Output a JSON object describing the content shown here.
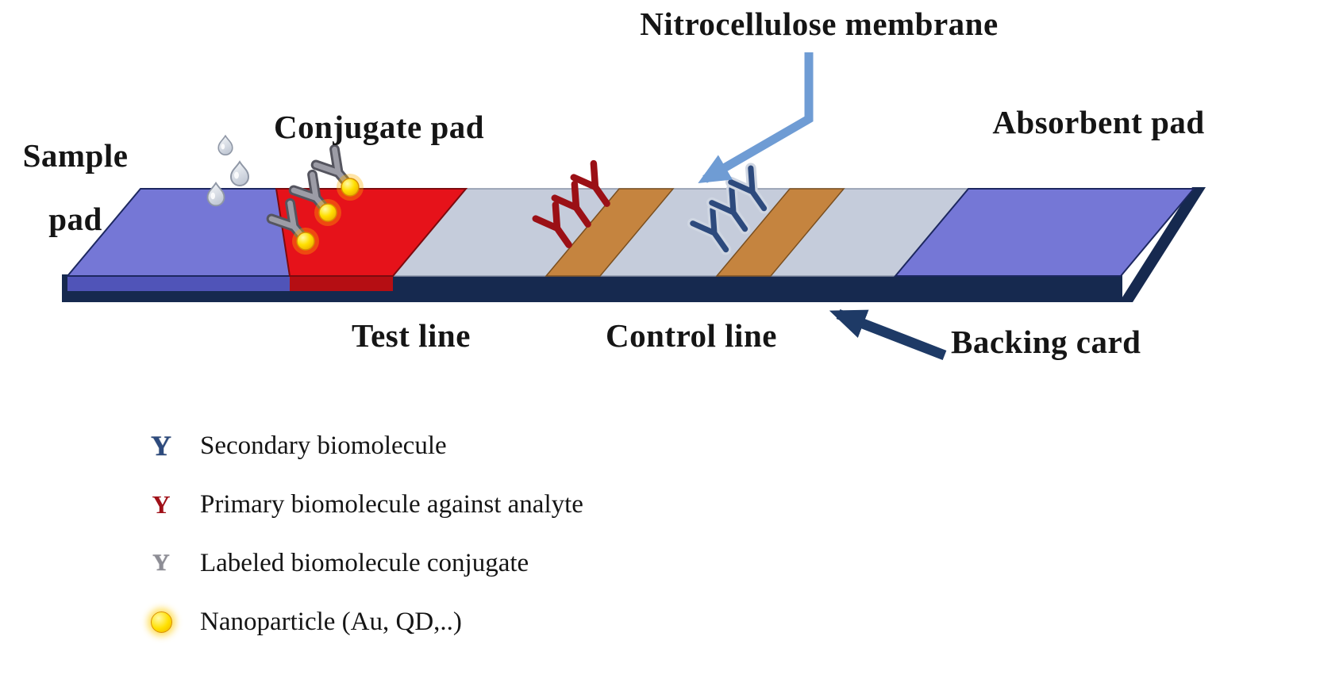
{
  "diagram": {
    "strip_labels": {
      "nitrocellulose_membrane": "Nitrocellulose membrane",
      "sample_pad": "Sample pad",
      "conjugate_pad": "Conjugate pad",
      "absorbent_pad": "Absorbent pad",
      "test_line": "Test line",
      "control_line": "Control line",
      "backing_card": "Backing card"
    },
    "legend": {
      "items": [
        {
          "symbol": "secondary-antibody-y",
          "symbol_glyph": "Y",
          "label": "Secondary biomolecule",
          "color": "#2d4a7d"
        },
        {
          "symbol": "primary-antibody-y",
          "symbol_glyph": "Y",
          "label": "Primary biomolecule against analyte",
          "color": "#a01018"
        },
        {
          "symbol": "labeled-antibody-y",
          "symbol_glyph": "Y",
          "label": "Labeled biomolecule conjugate",
          "color": "#8d8d95"
        },
        {
          "symbol": "nanoparticle-circle",
          "symbol_glyph": "",
          "label": "Nanoparticle (Au, QD,..)",
          "color": "#ffd700"
        }
      ]
    },
    "colors": {
      "sample_pad": "#7577d6",
      "absorbent_pad": "#7577d6",
      "conjugate_pad": "#e6121a",
      "membrane": "#c5ccdb",
      "backing_card": "#16294f",
      "test_control_line": "#c5843f",
      "membrane_arrow": "#6f9cd4",
      "backing_arrow": "#1e3a66",
      "antibody_secondary": "#2d4a7d",
      "antibody_primary": "#9b1016",
      "antibody_labeled": "#8d8d95",
      "nanoparticle": "#ffd700"
    }
  }
}
